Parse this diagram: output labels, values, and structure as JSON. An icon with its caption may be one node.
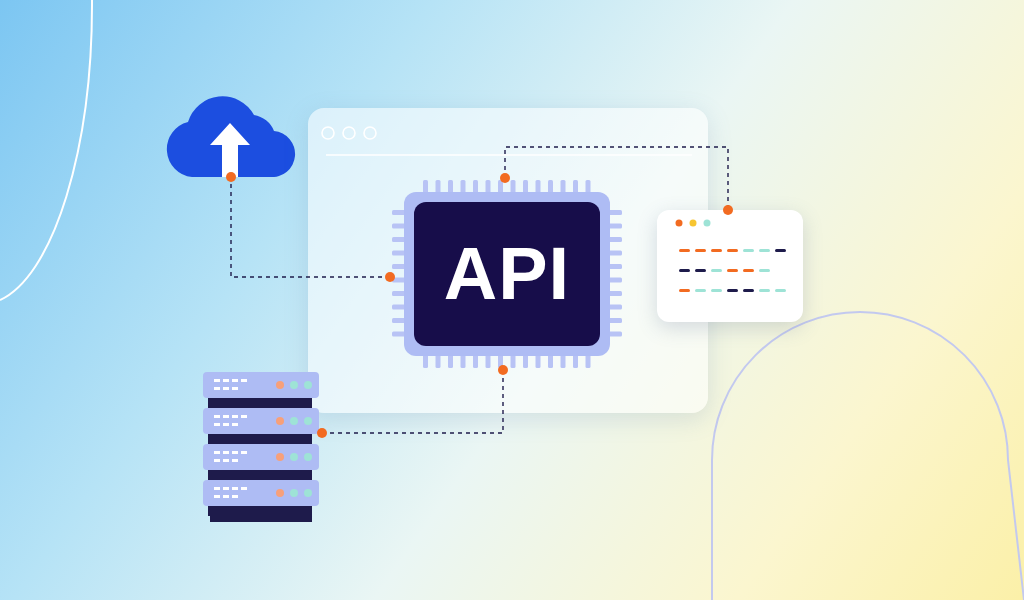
{
  "diagram": {
    "nodes": [
      {
        "text": [],
        "shape": "cloud"
      },
      {
        "text": [],
        "shape": "box"
      },
      {
        "text": [
          "API"
        ],
        "in": 1
      },
      {
        "text": [],
        "shape": "box"
      },
      {
        "text": [],
        "shape": "picture"
      }
    ],
    "edges": [
      {
        "from": 2,
        "to": 0,
        "arrow": "other",
        "style": "dashed"
      },
      {
        "from": 2,
        "to": 3,
        "arrow": "other",
        "style": "dashed"
      },
      {
        "from": 2,
        "to": 4,
        "arrow": "other",
        "style": "dashed"
      }
    ]
  }
}
